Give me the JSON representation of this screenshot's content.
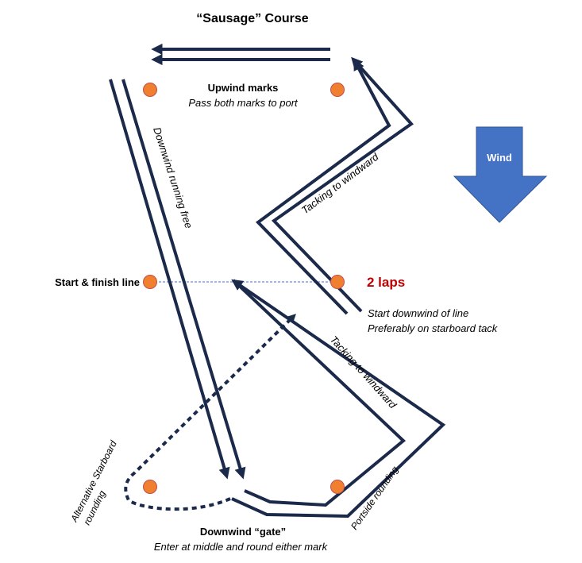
{
  "title": "“Sausage” Course",
  "labels": {
    "upwind_marks": "Upwind marks",
    "upwind_marks_note": "Pass both marks to port",
    "downwind_running": "Downwind running free",
    "tacking_upper": "Tacking to windward",
    "tacking_lower": "Tacking to windward",
    "start_finish": "Start & finish line",
    "laps": "2 laps",
    "start_note_1": "Start downwind of line",
    "start_note_2": "Preferably on starboard tack",
    "wind": "Wind",
    "alt_rounding_1": "Alternative Starboard",
    "alt_rounding_2": "rounding",
    "portside_rounding": "Portside rounding",
    "gate": "Downwind “gate”",
    "gate_note": "Enter at middle and round either mark"
  },
  "colors": {
    "path": "#1b2a4a",
    "mark_fill": "#f07f2f",
    "mark_stroke": "#c0504d",
    "wind_fill": "#4472c4",
    "laps_text": "#c00000",
    "start_line": "#4472c4"
  }
}
